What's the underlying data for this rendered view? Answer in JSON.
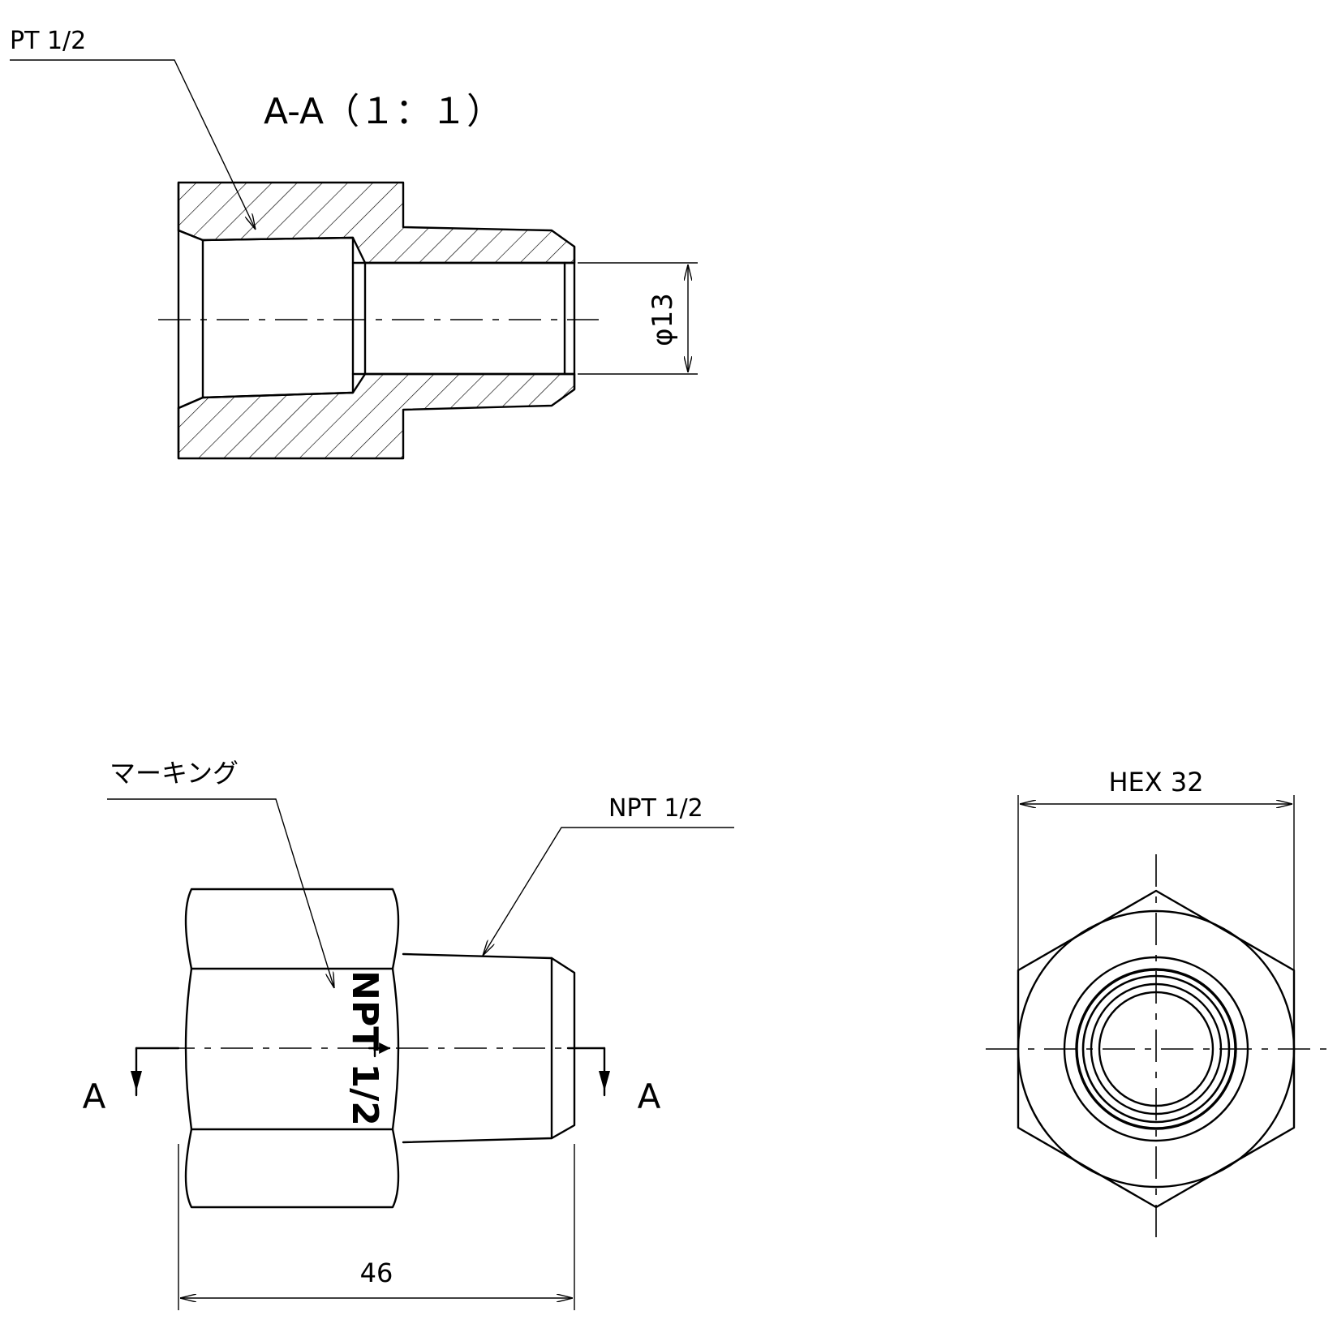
{
  "section": {
    "title": "A-A（１：１）",
    "thread_callout": "PT 1/2",
    "diameter_label": "φ13"
  },
  "front_view": {
    "marking_callout": "マーキング",
    "thread_callout": "NPT 1/2",
    "marking_text": "NPT 1/2",
    "length_label": "46",
    "section_mark_left": "A",
    "section_mark_right": "A"
  },
  "end_view": {
    "hex_label": "HEX 32"
  }
}
